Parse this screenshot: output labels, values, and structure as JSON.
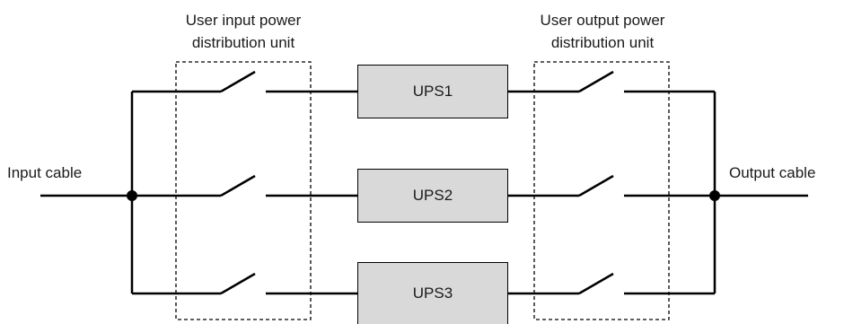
{
  "labels": {
    "input_pdu_line1": "User input power",
    "input_pdu_line2": "distribution unit",
    "output_pdu_line1": "User output power",
    "output_pdu_line2": "distribution unit",
    "input_cable": "Input cable",
    "output_cable": "Output cable"
  },
  "ups_units": [
    "UPS1",
    "UPS2",
    "UPS3"
  ],
  "colors": {
    "line": "#000000",
    "ups_fill": "#d9d9d9",
    "background": "#ffffff"
  }
}
